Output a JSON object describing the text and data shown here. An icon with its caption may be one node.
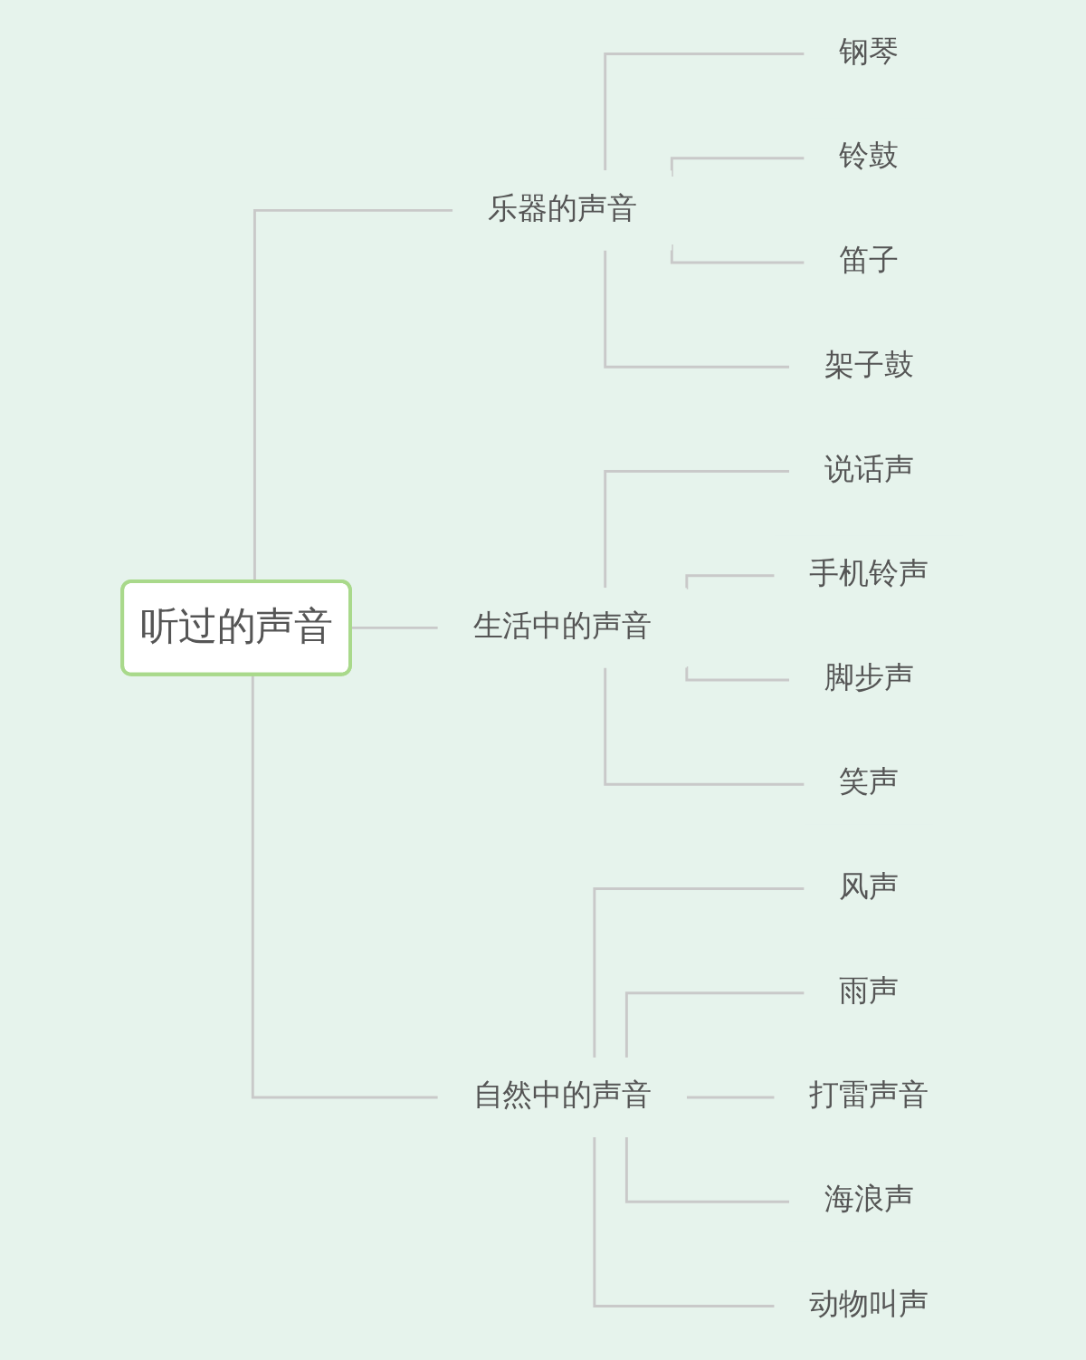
{
  "diagram": {
    "nodes": [
      {
        "text": [
          "听过的声音"
        ]
      },
      {
        "text": [
          "乐器的声音"
        ]
      },
      {
        "text": [
          "钢琴"
        ]
      },
      {
        "text": [
          "铃鼓"
        ]
      },
      {
        "text": [
          "笛子"
        ]
      },
      {
        "text": [
          "架子鼓"
        ]
      },
      {
        "text": [
          "生活中的声音"
        ]
      },
      {
        "text": [
          "说话声"
        ]
      },
      {
        "text": [
          "手机铃声"
        ]
      },
      {
        "text": [
          "脚步声"
        ]
      },
      {
        "text": [
          "笑声"
        ]
      },
      {
        "text": [
          "自然中的声音"
        ]
      },
      {
        "text": [
          "风声"
        ]
      },
      {
        "text": [
          "雨声"
        ]
      },
      {
        "text": [
          "打雷声音"
        ]
      },
      {
        "text": [
          "海浪声"
        ]
      },
      {
        "text": [
          "动物叫声"
        ]
      }
    ],
    "edges": [
      {
        "from": 0,
        "to": 1,
        "arrow": "none"
      },
      {
        "from": 1,
        "to": 2,
        "arrow": "none"
      },
      {
        "from": 1,
        "to": 3,
        "arrow": "none"
      },
      {
        "from": 1,
        "to": 4,
        "arrow": "none"
      },
      {
        "from": 1,
        "to": 5,
        "arrow": "none"
      },
      {
        "from": 0,
        "to": 6,
        "arrow": "none"
      },
      {
        "from": 6,
        "to": 7,
        "arrow": "none"
      },
      {
        "from": 6,
        "to": 8,
        "arrow": "none"
      },
      {
        "from": 6,
        "to": 9,
        "arrow": "none"
      },
      {
        "from": 6,
        "to": 10,
        "arrow": "none"
      },
      {
        "from": 0,
        "to": 11,
        "arrow": "none"
      },
      {
        "from": 11,
        "to": 12,
        "arrow": "none"
      },
      {
        "from": 11,
        "to": 13,
        "arrow": "none"
      },
      {
        "from": 11,
        "to": 14,
        "arrow": "none"
      },
      {
        "from": 11,
        "to": 15,
        "arrow": "none"
      },
      {
        "from": 11,
        "to": 16,
        "arrow": "none"
      }
    ]
  }
}
